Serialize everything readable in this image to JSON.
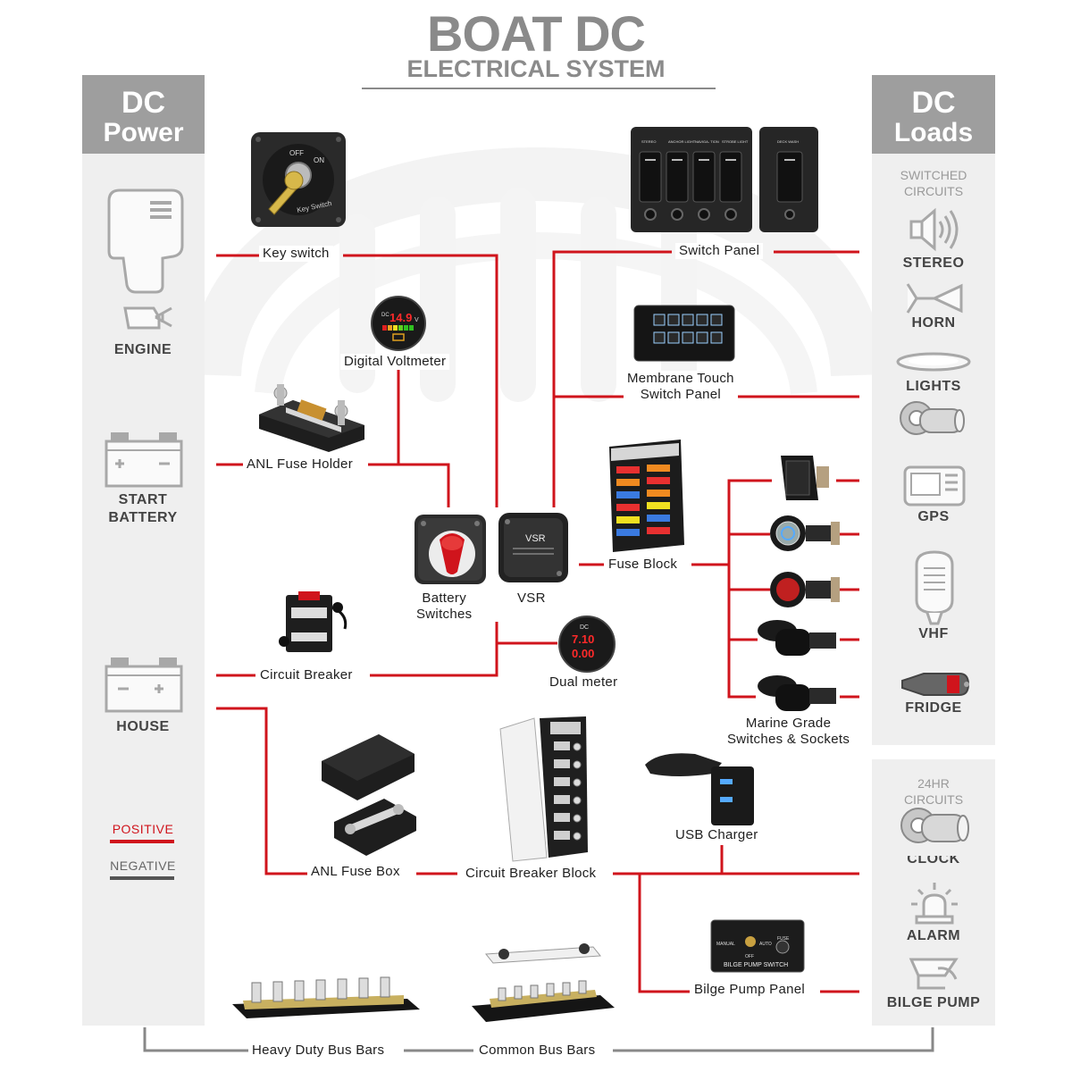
{
  "title": "BOAT DC",
  "subtitle": "ELECTRICAL SYSTEM",
  "left_panel": {
    "heading": [
      "DC",
      "Power"
    ],
    "items": [
      {
        "label": "ENGINE",
        "icon": "engine-icon"
      },
      {
        "label": [
          "START",
          "BATTERY"
        ],
        "icon": "battery-icon"
      },
      {
        "label": "HOUSE",
        "icon": "battery-icon"
      }
    ],
    "legend": {
      "positive": "POSITIVE",
      "negative": "NEGATIVE",
      "positive_color": "#d0141c",
      "negative_color": "#555555"
    }
  },
  "right_panel": {
    "heading": [
      "DC",
      "Loads"
    ],
    "switched_caption": [
      "SWITCHED",
      "CIRCUITS"
    ],
    "switched_items": [
      {
        "label": "STEREO",
        "icon": "speaker-icon"
      },
      {
        "label": "HORN",
        "icon": "horn-icon"
      },
      {
        "label": "LIGHTS",
        "icon": "light-icon"
      },
      {
        "label": "GPS",
        "icon": "gps-icon"
      },
      {
        "label": "VHF",
        "icon": "radio-icon"
      },
      {
        "label": "FRIDGE",
        "icon": "plug-icon"
      }
    ],
    "always_caption": [
      "24HR",
      "CIRCUITS"
    ],
    "always_items": [
      {
        "label": "CLOCK",
        "icon": "light-icon"
      },
      {
        "label": "ALARM",
        "icon": "alarm-icon"
      },
      {
        "label": "BILGE PUMP",
        "icon": "bilge-pump-icon"
      }
    ]
  },
  "components": {
    "key_switch": "Key switch",
    "digital_voltmeter": "Digital Voltmeter",
    "anl_fuse_holder": "ANL Fuse Holder",
    "battery_switches": [
      "Battery",
      "Switches"
    ],
    "vsr": "VSR",
    "circuit_breaker": "Circuit Breaker",
    "dual_meter": "Dual meter",
    "switch_panel": "Switch Panel",
    "membrane_panel": [
      "Membrane Touch",
      "Switch Panel"
    ],
    "fuse_block": "Fuse Block",
    "marine_switches": [
      "Marine Grade",
      "Switches & Sockets"
    ],
    "usb_charger": "USB Charger",
    "anl_fuse_box": "ANL Fuse Box",
    "circuit_breaker_block": "Circuit Breaker Block",
    "bilge_pump_panel": "Bilge Pump Panel",
    "heavy_bus_bars": "Heavy Duty Bus Bars",
    "common_bus_bars": "Common Bus Bars"
  },
  "device_text": {
    "key_switch_off": "OFF",
    "key_switch_on": "ON",
    "key_switch_plate": "Key Switch",
    "voltmeter_reading": "14.9",
    "voltmeter_dc": "DC",
    "voltmeter_v": "V",
    "dual_dc": "DC",
    "dual_volts": "7.10",
    "dual_amps": "0.00",
    "vsr_face": "VSR",
    "bilge_panel_text": "BILGE PUMP SWITCH",
    "bilge_manual": "MANUAL",
    "bilge_auto": "AUTO",
    "bilge_off": "OFF",
    "bilge_fuse": "FUSE",
    "switch_panel_labels": [
      "STEREO",
      "ANCHOR LIGHT",
      "NAVIGA- TION",
      "STROBE LIGHT",
      "DECK WASH"
    ]
  },
  "colors": {
    "wire": "#d0141c",
    "ground": "#888888",
    "panel_bg": "#efefef",
    "panel_head": "#9e9e9e",
    "title": "#8a8a8a"
  }
}
